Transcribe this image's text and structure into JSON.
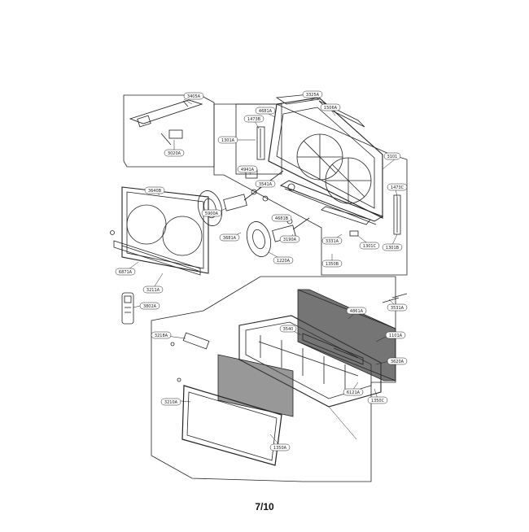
{
  "page": {
    "number": "7/10"
  },
  "callouts": {
    "c1": "3405A",
    "c2": "3020A",
    "c3": "3325A",
    "c4": "4681A",
    "c5": "1473B",
    "c6": "1301A",
    "c7": "1506A",
    "c8": "3101",
    "c9": "1473C",
    "c10": "1301B",
    "c11": "4941A",
    "c12": "3541A",
    "c13": "3640B",
    "c14": "5900A",
    "c15": "3681A",
    "c16": "4681B",
    "c17": "3190A",
    "c18": "1220A",
    "c19": "3331A",
    "c20": "1301C",
    "c21": "1350B",
    "c22": "6871A",
    "c23": "3211A",
    "c24": "3802A",
    "c25": "4861A",
    "c26": "3531A",
    "c27": "3540",
    "c28": "3218A",
    "c29": "1101A",
    "c30": "3620A",
    "c31": "6121A",
    "c32": "1350C",
    "c33": "3210A",
    "c34": "1350A"
  }
}
